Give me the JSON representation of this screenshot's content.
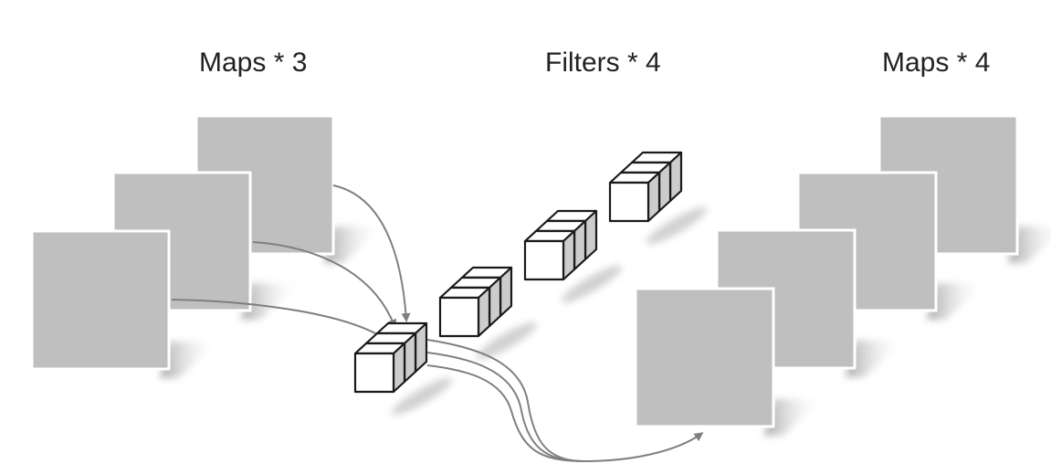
{
  "headings": {
    "input_maps": "Maps * 3",
    "filters": "Filters * 4",
    "output_maps": "Maps * 4"
  },
  "diagram": {
    "input_map_count": 3,
    "filter_count": 4,
    "filter_depth": 3,
    "output_map_count": 4,
    "colors": {
      "map_fill": "#bfbfbf",
      "map_border": "#ffffff",
      "cube_front": "#ffffff",
      "cube_side": "#cccccc",
      "cube_edge": "#1a1a1a",
      "arrow": "#7f7f7f",
      "text": "#222222"
    }
  }
}
